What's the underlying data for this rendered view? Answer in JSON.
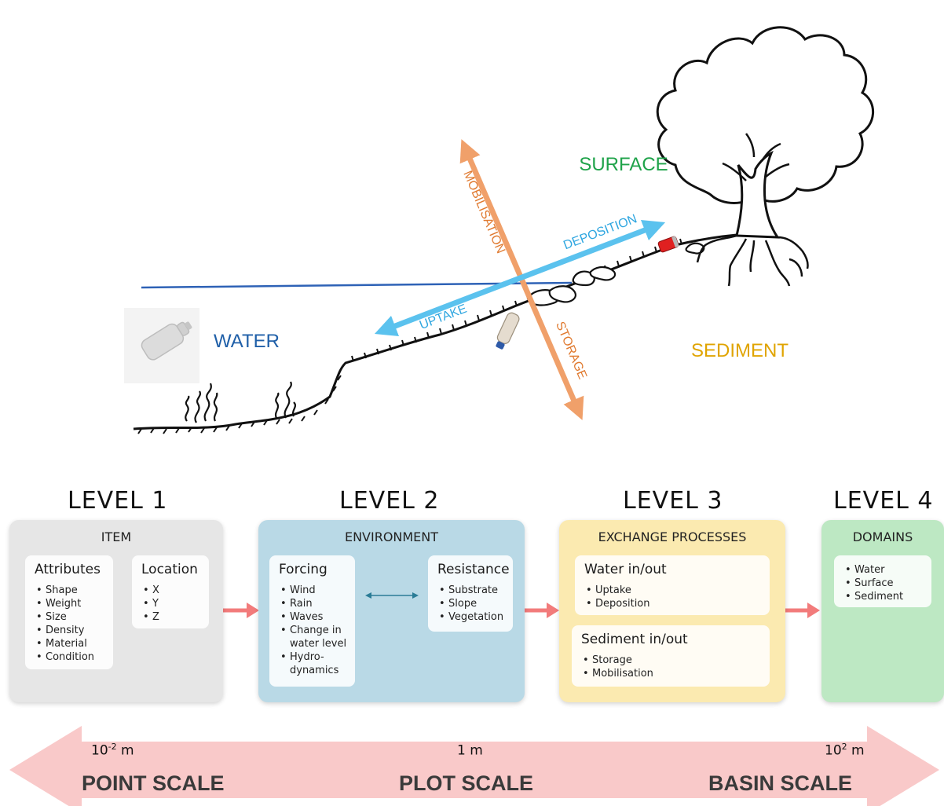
{
  "illustration": {
    "labels": {
      "surface": "SURFACE",
      "water": "WATER",
      "sediment": "SEDIMENT",
      "mobilisation": "MOBILISATION",
      "storage": "STORAGE",
      "deposition": "DEPOSITION",
      "uptake": "UPTAKE"
    },
    "colors": {
      "surface": "#1fa34a",
      "water": "#1f5fa8",
      "sediment": "#e0a400",
      "orange_arrow": "#f0a06a",
      "orange_text": "#e07a30",
      "blue_arrow": "#5bc2ee",
      "blue_text": "#2ea6e0",
      "water_line": "#2e62b6"
    },
    "icons": [
      "tree-icon",
      "bottle-icon",
      "can-icon",
      "seaweed-icon",
      "rocks-icon"
    ]
  },
  "levels": [
    {
      "title": "LEVEL 1",
      "card_title": "ITEM",
      "color": "#e6e6e6",
      "groups": [
        {
          "heading": "Attributes",
          "items": [
            "Shape",
            "Weight",
            "Size",
            "Density",
            "Material",
            "Condition"
          ]
        },
        {
          "heading": "Location",
          "items": [
            "X",
            "Y",
            "Z"
          ]
        }
      ]
    },
    {
      "title": "LEVEL 2",
      "card_title": "ENVIRONMENT",
      "color": "#b9d9e6",
      "groups": [
        {
          "heading": "Forcing",
          "items": [
            "Wind",
            "Rain",
            "Waves",
            "Change in water level",
            "Hydro- dynamics"
          ]
        },
        {
          "heading": "Resistance",
          "items": [
            "Substrate",
            "Slope",
            "Vegetation"
          ]
        }
      ]
    },
    {
      "title": "LEVEL 3",
      "card_title": "EXCHANGE PROCESSES",
      "color": "#fbeab0",
      "groups": [
        {
          "heading": "Water in/out",
          "items": [
            "Uptake",
            "Deposition"
          ]
        },
        {
          "heading": "Sediment in/out",
          "items": [
            "Storage",
            "Mobilisation"
          ]
        }
      ]
    },
    {
      "title": "LEVEL 4",
      "card_title": "DOMAINS",
      "color": "#bde8c3",
      "groups": [
        {
          "heading": "",
          "items": [
            "Water",
            "Surface",
            "Sediment"
          ]
        }
      ]
    }
  ],
  "connector_color": "#f27b7b",
  "scale": {
    "arrow_color": "#f9c9c9",
    "ticks": [
      {
        "base": "10",
        "exp": "-2",
        "unit": " m"
      },
      {
        "base": "1",
        "exp": "",
        "unit": " m"
      },
      {
        "base": "10",
        "exp": "2",
        "unit": " m"
      }
    ],
    "names": [
      "POINT SCALE",
      "PLOT SCALE",
      "BASIN SCALE"
    ]
  }
}
